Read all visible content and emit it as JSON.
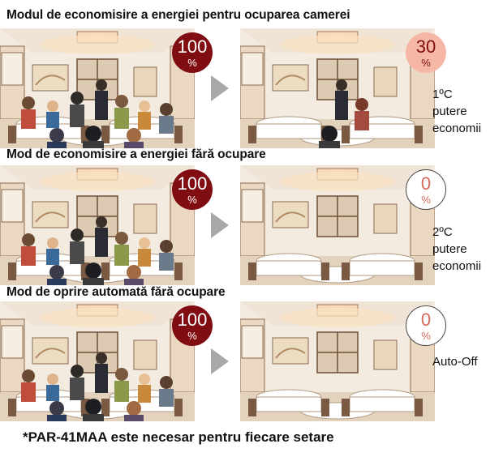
{
  "sections": [
    {
      "title": "Modul de economisire a energiei pentru ocuparea camerei",
      "before_badge": {
        "value": "100",
        "unit": "%"
      },
      "after_badge": {
        "value": "30",
        "unit": "%"
      },
      "result_lines": [
        "1ºC",
        "putere",
        "economii"
      ]
    },
    {
      "title": "Mod de economisire a energiei fără ocupare",
      "before_badge": {
        "value": "100",
        "unit": "%"
      },
      "after_badge": {
        "value": "0",
        "unit": "%"
      },
      "result_lines": [
        "2ºC",
        "putere",
        "economii"
      ]
    },
    {
      "title": "Mod de oprire automată fără ocupare",
      "before_badge": {
        "value": "100",
        "unit": "%"
      },
      "after_badge": {
        "value": "0",
        "unit": "%"
      },
      "result_lines": [
        "Auto-Off"
      ]
    }
  ],
  "footnote": "*PAR-41MAA este necesar pentru fiecare setare"
}
